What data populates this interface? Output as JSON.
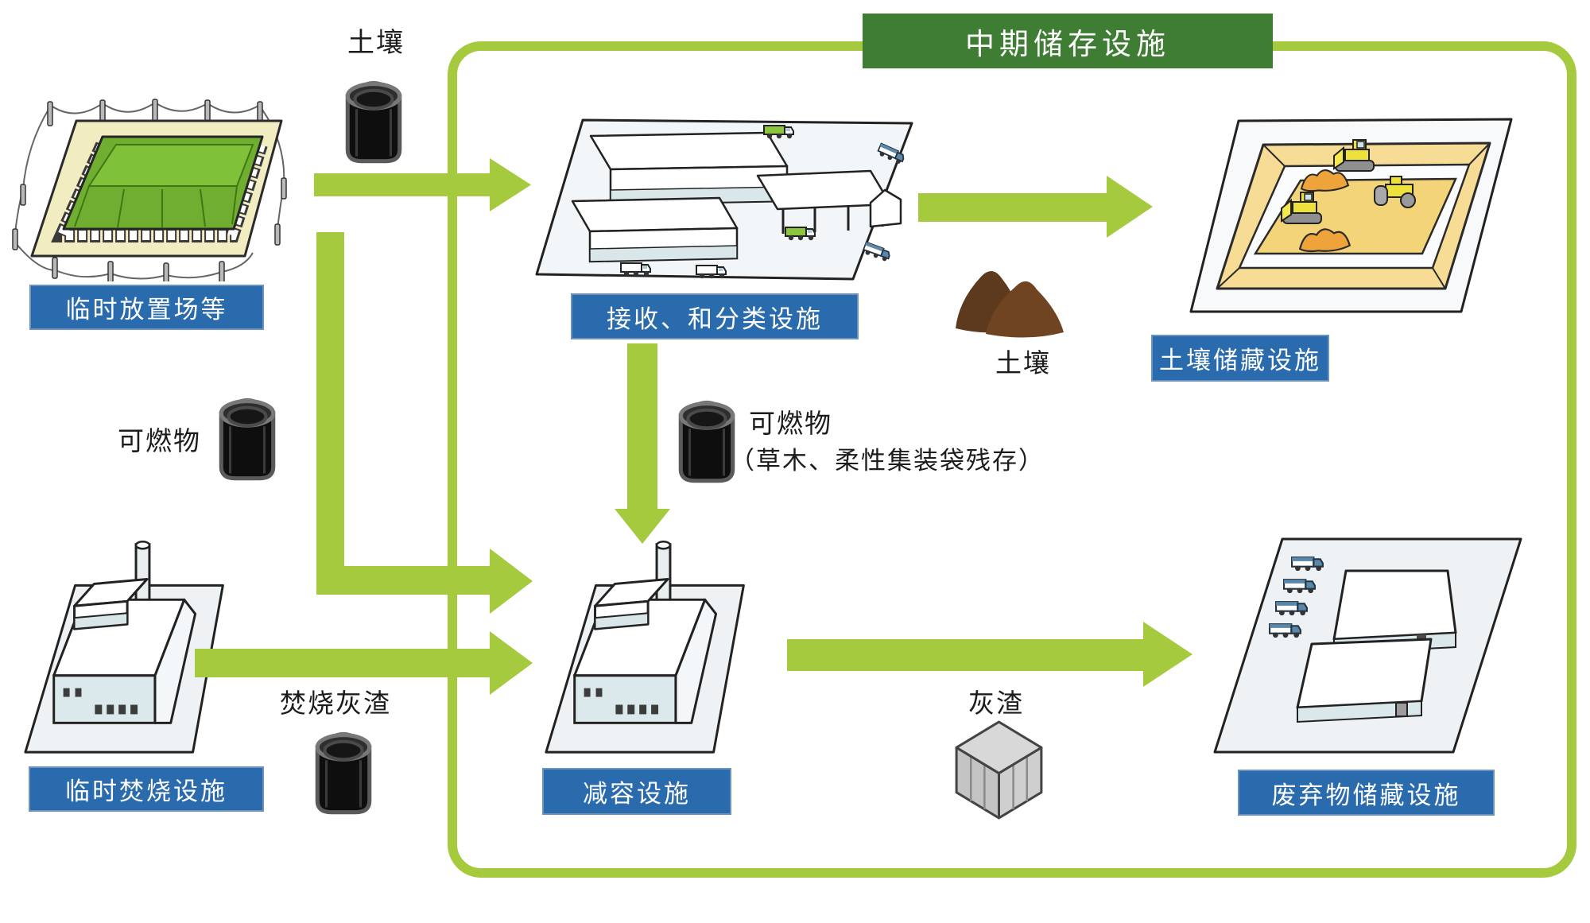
{
  "title_banner": {
    "label": "中期储存设施"
  },
  "colors": {
    "arrow_green": "#a6ca3d",
    "banner_green": "#3e7d33",
    "label_blue": "#2a6bad",
    "tarp_green": "#6fae30",
    "soil_tan": "#f6dc95",
    "soil_brown": "#6f4423",
    "container_bag_black": "#0e0e0e",
    "ash_box_gray": "#cfcfcf"
  },
  "facilities": {
    "temp_site": {
      "label": "临时放置场等"
    },
    "receiving": {
      "label": "接收、和分类设施"
    },
    "soil_storage": {
      "label": "土壤储藏设施"
    },
    "incineration": {
      "label": "临时焚烧设施"
    },
    "volume_reduction": {
      "label": "减容设施"
    },
    "waste_storage": {
      "label": "废弃物储藏设施"
    }
  },
  "flow_labels": {
    "soil_top": "土壤",
    "combustible_left": "可燃物",
    "combustible_mid": "可燃物",
    "combustible_mid_note": "（草木、柔性集装袋残存）",
    "incineration_ash": "焚烧灰渣",
    "soil_mid": "土壤",
    "ash": "灰渣"
  },
  "icons": {
    "container_bag": "flexible-container-bag-icon",
    "soil_pile": "soil-pile-icon",
    "ash_box": "ash-container-icon"
  }
}
